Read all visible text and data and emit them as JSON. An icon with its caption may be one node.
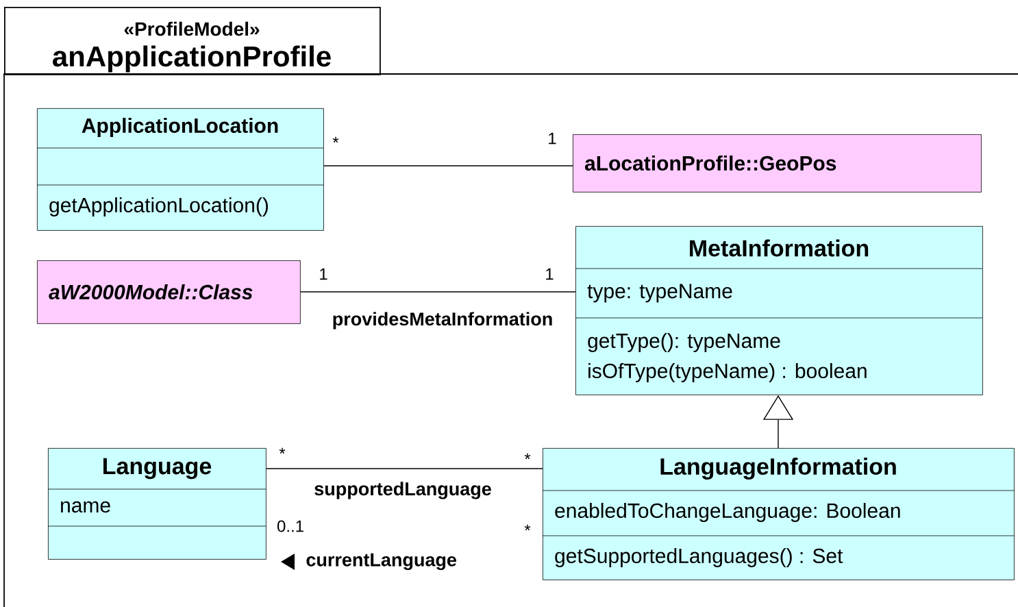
{
  "diagram": {
    "nodes": [
      {
        "text": [
          "«ProfileModel»",
          "anApplicationProfile"
        ]
      },
      {
        "text": [
          "ApplicationLocation",
          "getApplicationLocation()"
        ],
        "in": 0
      },
      {
        "text": [
          "aLocationProfile::GeoPos"
        ],
        "in": 0
      },
      {
        "text": [
          "aW2000Model::Class"
        ],
        "in": 0
      },
      {
        "text": [
          "MetaInformation",
          "type: typeName",
          "getType(): typeName",
          "isOfType(typeName) : boolean"
        ],
        "in": 0
      },
      {
        "text": [
          "Language",
          "name"
        ],
        "in": 0
      },
      {
        "text": [
          "LanguageInformation",
          "enabledToChangeLanguage: Boolean",
          "getSupportedLanguages() : Set"
        ],
        "in": 0
      }
    ],
    "edges": [
      {
        "from": 1,
        "to": 2,
        "arrow": "none"
      },
      {
        "from": 3,
        "to": 4,
        "arrow": "none",
        "label": "providesMetaInformation"
      },
      {
        "from": 6,
        "to": 4,
        "arrow": "to"
      },
      {
        "from": 5,
        "to": 6,
        "arrow": "none",
        "label": "supportedLanguage"
      }
    ],
    "labels": [
      "*",
      "1",
      "1",
      "1",
      "*",
      "*",
      "0..1",
      "*",
      "currentLanguage"
    ]
  }
}
